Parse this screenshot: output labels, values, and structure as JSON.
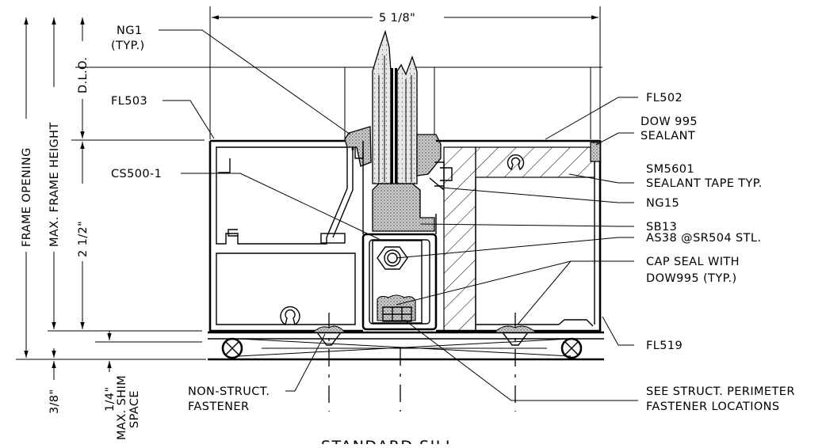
{
  "dimensions": {
    "overall_width": "5 1/8\"",
    "frame_opening": "FRAME OPENING",
    "max_frame_height": "MAX. FRAME HEIGHT",
    "dlo": "D.L.O.",
    "frame_depth": "2 1/2\"",
    "sill_gap": "3/8\"",
    "shim_value": "1/4\"",
    "shim_line1": "MAX. SHIM",
    "shim_line2": "SPACE"
  },
  "callouts": {
    "ng1_line1": "NG1",
    "ng1_line2": "(TYP.)",
    "fl503": "FL503",
    "cs500": "CS500-1",
    "fl502": "FL502",
    "dow995_line1": "DOW 995",
    "dow995_line2": "SEALANT",
    "sm5601_line1": "SM5601",
    "sm5601_line2": "SEALANT TAPE TYP.",
    "ng15": "NG15",
    "sb13": "SB13",
    "as38": "AS38 @SR504 STL.",
    "capseal_line1": "CAP SEAL WITH",
    "capseal_line2": "DOW995 (TYP.)",
    "fl519": "FL519",
    "nonstruct_line1": "NON-STRUCT.",
    "nonstruct_line2": "FASTENER",
    "seestruct_line1": "SEE STRUCT. PERIMETER",
    "seestruct_line2": "FASTENER LOCATIONS"
  },
  "title": "STANDARD SILL"
}
